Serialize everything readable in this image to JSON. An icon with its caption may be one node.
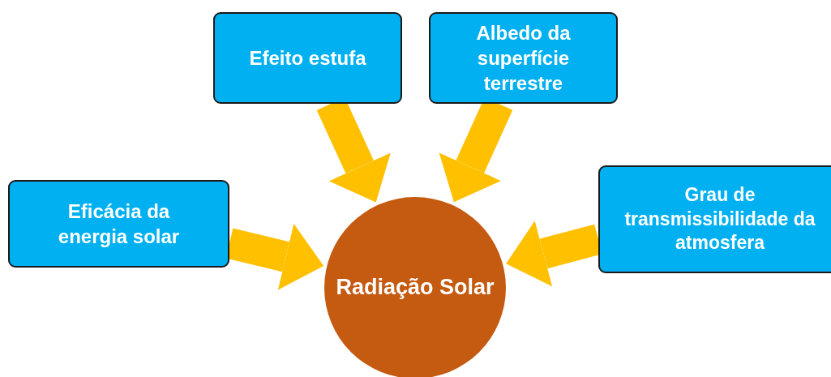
{
  "diagram": {
    "nodes": [
      {
        "text": [
          "Efeito estufa"
        ]
      },
      {
        "text": [
          "Albedo da superfície terrestre"
        ]
      },
      {
        "text": [
          "Eficácia da energia solar"
        ]
      },
      {
        "text": [
          "Grau de transmissibilidade da atmosfera"
        ]
      },
      {
        "text": [
          "Radiação Solar"
        ]
      }
    ],
    "edges": [
      {
        "from": 0,
        "to": 4,
        "arrow": "to"
      },
      {
        "from": 1,
        "to": 4,
        "arrow": "to"
      },
      {
        "from": 2,
        "to": 4,
        "arrow": "to"
      },
      {
        "from": 3,
        "to": 4,
        "arrow": "to"
      }
    ]
  }
}
